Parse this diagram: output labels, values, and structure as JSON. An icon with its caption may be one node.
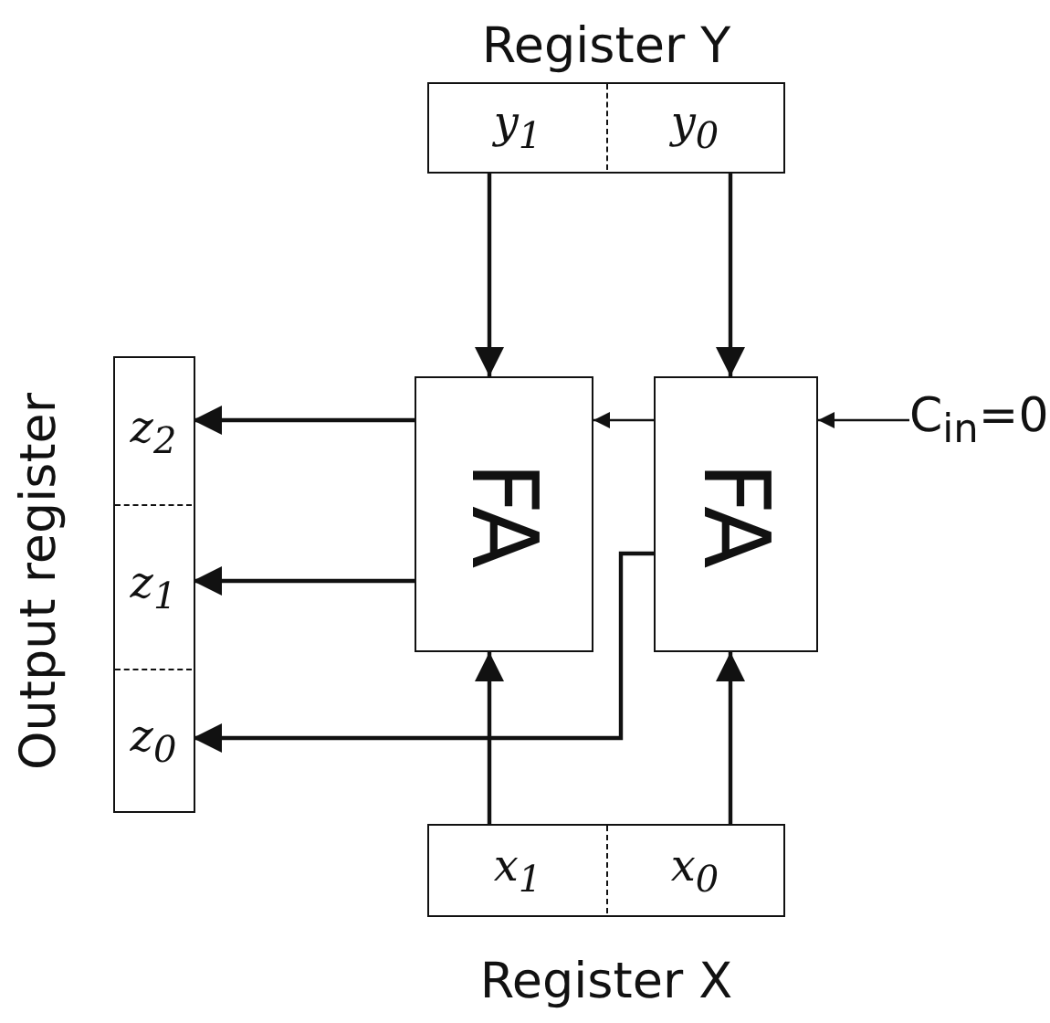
{
  "diagram": {
    "nodes": [
      {
        "text": [
          "Register Y"
        ]
      },
      {
        "text": [
          "y$_{1}$"
        ],
        "in": 0
      },
      {
        "text": [
          "y$_{0}$"
        ],
        "in": 0
      },
      {
        "text": [
          "Output register"
        ]
      },
      {
        "text": [
          "z$_{2}$"
        ],
        "in": 3
      },
      {
        "text": [
          "z$_{1}$"
        ],
        "in": 3
      },
      {
        "text": [
          "z$_{0}$"
        ],
        "in": 3
      },
      {
        "text": [
          "FA"
        ]
      },
      {
        "text": [
          "FA"
        ]
      },
      {
        "text": [
          "C$_{in}$=0"
        ]
      },
      {
        "text": [
          "Register X"
        ]
      },
      {
        "text": [
          "x$_{1}$"
        ],
        "in": 10
      },
      {
        "text": [
          "x$_{0}$"
        ],
        "in": 10
      }
    ],
    "edges": [
      {
        "from": 1,
        "to": 7,
        "arrow": "to"
      },
      {
        "from": 2,
        "to": 8,
        "arrow": "to"
      },
      {
        "from": 9,
        "to": 8,
        "arrow": "to"
      },
      {
        "from": 8,
        "to": 7,
        "arrow": "to"
      },
      {
        "from": 7,
        "to": 4,
        "arrow": "to"
      },
      {
        "from": 7,
        "to": 5,
        "arrow": "to"
      },
      {
        "from": 8,
        "to": 6,
        "arrow": "to"
      },
      {
        "from": 11,
        "to": 7,
        "arrow": "to"
      },
      {
        "from": 12,
        "to": 8,
        "arrow": "to"
      }
    ]
  }
}
